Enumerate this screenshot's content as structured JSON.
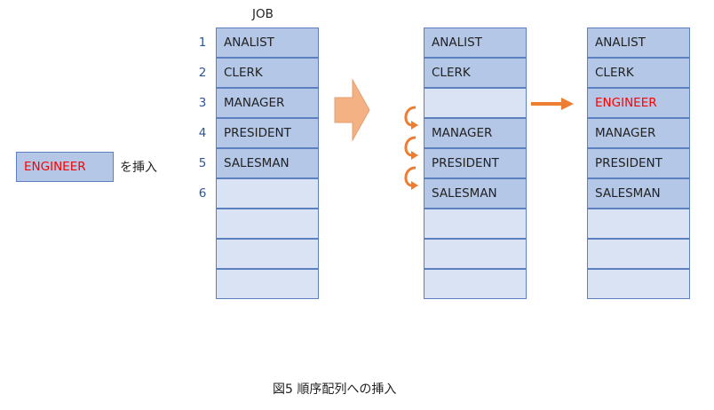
{
  "job_header": "JOB",
  "indices": [
    "1",
    "2",
    "3",
    "4",
    "5",
    "6"
  ],
  "colors": {
    "cell_filled": "#b4c7e7",
    "cell_empty": "#dae3f3",
    "cell_border": "#5b7fbf",
    "highlight_text": "#ff0000",
    "arrow": "#f4b183",
    "shift_arrow": "#ed7d31"
  },
  "insert_box": {
    "label": "ENGINEER",
    "suffix": "を挿入"
  },
  "arrays": [
    {
      "cells": [
        "ANALIST",
        "CLERK",
        "MANAGER",
        "PRESIDENT",
        "SALESMAN",
        "",
        "",
        "",
        ""
      ],
      "highlight": -1
    },
    {
      "cells": [
        "ANALIST",
        "CLERK",
        "",
        "MANAGER",
        "PRESIDENT",
        "SALESMAN",
        "",
        "",
        ""
      ],
      "highlight": -1
    },
    {
      "cells": [
        "ANALIST",
        "CLERK",
        "ENGINEER",
        "MANAGER",
        "PRESIDENT",
        "SALESMAN",
        "",
        "",
        ""
      ],
      "highlight": 2
    }
  ],
  "caption": "図5 順序配列への挿入"
}
